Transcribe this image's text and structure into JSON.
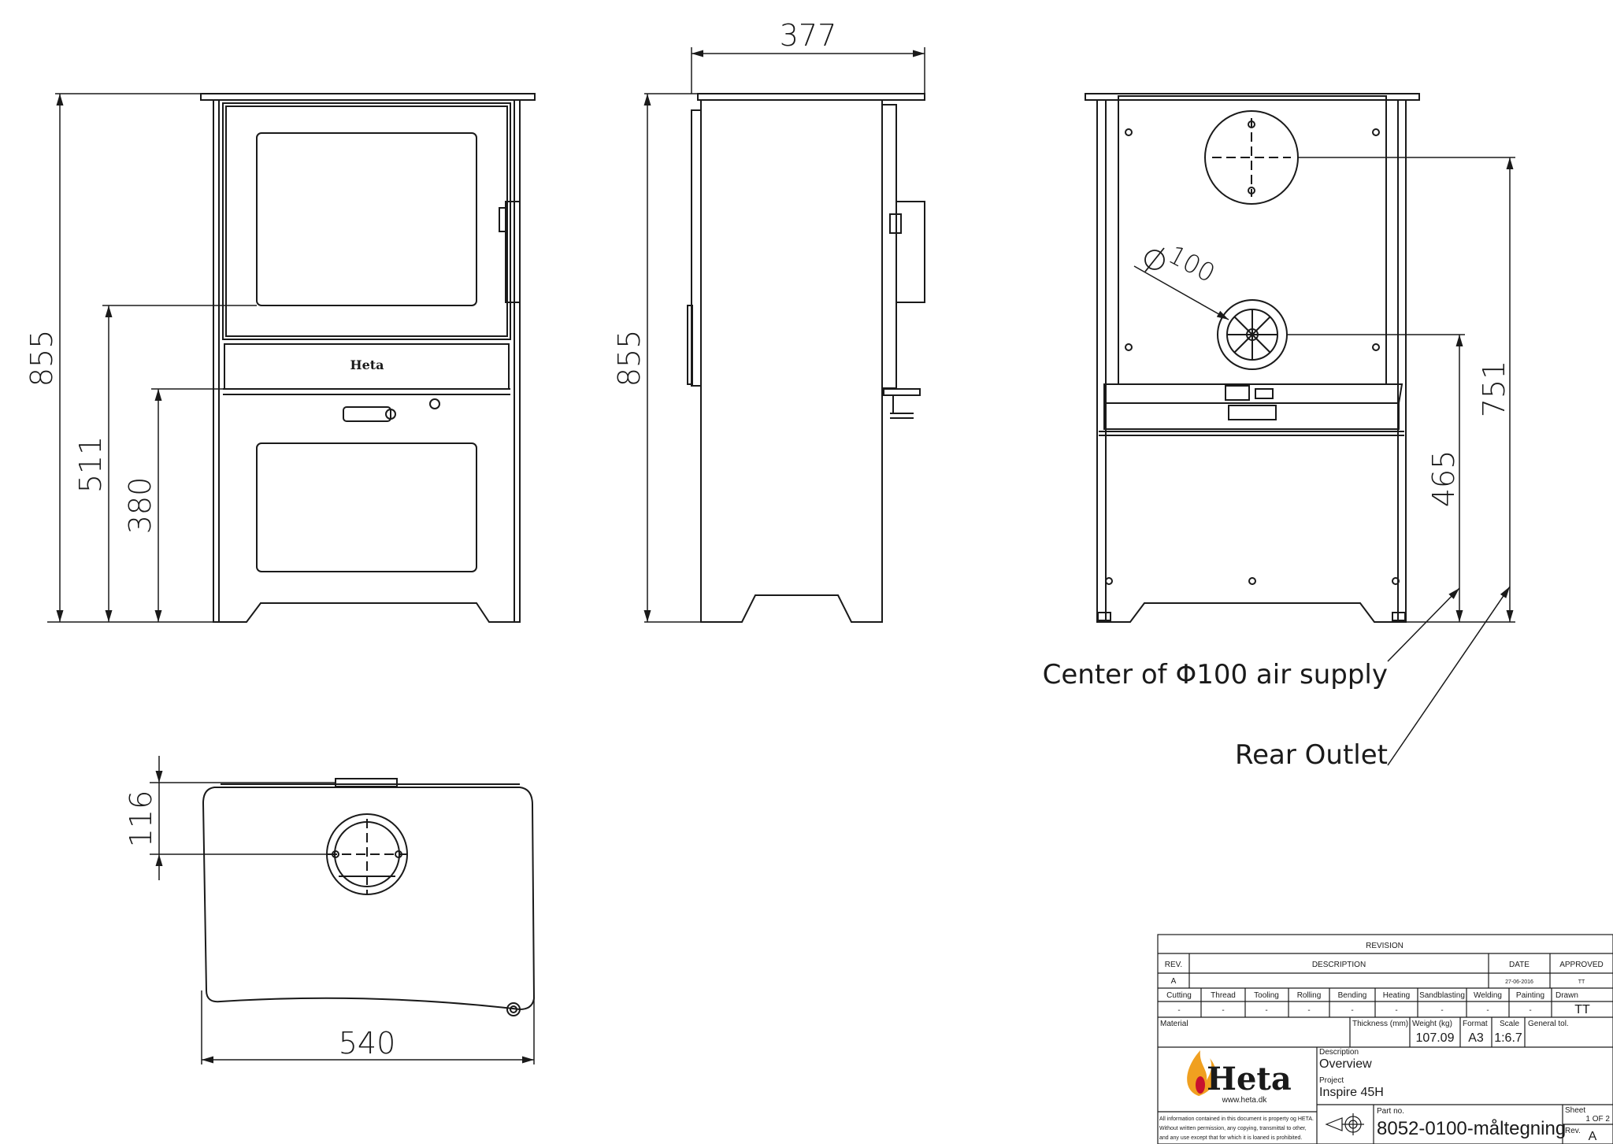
{
  "dimensions": {
    "front_height": "855",
    "front_door_height": "511",
    "front_ash_height": "380",
    "side_depth": "377",
    "side_height": "855",
    "rear_diameter": "100",
    "rear_outlet_height": "751",
    "rear_air_height": "465",
    "top_offset": "116",
    "top_width": "540"
  },
  "labels": {
    "brand_on_stove": "Heta",
    "air_supply": "Center of Φ100 air supply",
    "rear_outlet": "Rear Outlet"
  },
  "title_block": {
    "revision_header": "REVISION",
    "rev_col": "REV.",
    "desc_col": "DESCRIPTION",
    "date_col": "DATE",
    "approved_col": "APPROVED",
    "rev_value": "A",
    "date_value": "27-06-2016",
    "approved_value": "TT",
    "processes": [
      "Cutting",
      "Thread",
      "Tooling",
      "Rolling",
      "Bending",
      "Heating",
      "Sandblasting",
      "Welding",
      "Painting"
    ],
    "process_values": [
      "-",
      "-",
      "-",
      "-",
      "-",
      "-",
      "-",
      "-",
      "-"
    ],
    "drawn_label": "Drawn",
    "drawn_value": "TT",
    "material_label": "Material",
    "thickness_label": "Thickness (mm)",
    "weight_label": "Weight (kg)",
    "weight_value": "107.09",
    "format_label": "Format",
    "format_value": "A3",
    "scale_label": "Scale",
    "scale_value": "1:6.7",
    "tolerance_label": "General tol.",
    "logo_text": "Heta",
    "website": "www.heta.dk",
    "description_label": "Description",
    "description_value": "Overview",
    "project_label": "Project",
    "project_value": "Inspire 45H",
    "partno_label": "Part no.",
    "partno_value": "8052-0100-måltegning",
    "sheet_label": "Sheet",
    "sheet_value": "1 OF 2",
    "rev_label": "Rev.",
    "rev_value_bottom": "A",
    "disclaimer_lines": [
      "All information contained in this document is property og HETA.",
      "Without written permission, any copying, transmittal to other,",
      "and any use except that for which it is loaned is prohibited."
    ]
  }
}
